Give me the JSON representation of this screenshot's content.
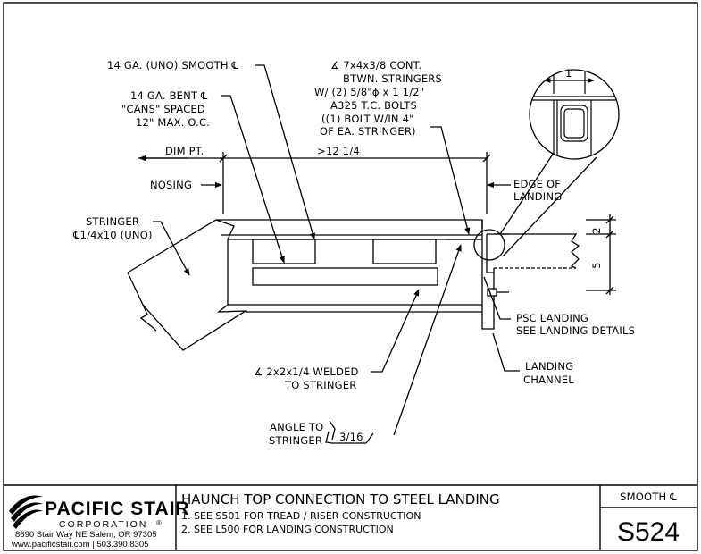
{
  "labels": {
    "smooth_plate": "14 GA. (UNO) SMOOTH ℄",
    "bent_plate_1": "14 GA. BENT ℄",
    "bent_plate_2": "\"CANS\" SPACED",
    "bent_plate_3": "12\" MAX. O.C.",
    "angle_1": "∡ 7x4x3/8 CONT.",
    "angle_2": "BTWN. STRINGERS",
    "angle_3": "W/ (2) 5/8\"ϕ x 1 1/2\"",
    "angle_4": "A325 T.C. BOLTS",
    "angle_5": "((1) BOLT W/IN 4\"",
    "angle_6": "OF EA. STRINGER)",
    "dim_pt": "DIM PT.",
    "dim_value": ">12 1/4",
    "nosing": "NOSING",
    "edge_1": "EDGE OF",
    "edge_2": "LANDING",
    "stringer_1": "STRINGER",
    "stringer_2": "℄1/4x10 (UNO)",
    "detail_dim": "1",
    "dim_2": "2",
    "dim_5": "5",
    "psc_1": "PSC LANDING",
    "psc_2": "SEE LANDING DETAILS",
    "channel_1": "LANDING",
    "channel_2": "CHANNEL",
    "weld_angle_1": "∡ 2x2x1/4 WELDED",
    "weld_angle_2": "TO STRINGER",
    "angle_to_1": "ANGLE TO",
    "angle_to_2": "STRINGER",
    "weld_size": "3/16"
  },
  "title_block": {
    "company_name": "PACIFIC STAIR",
    "company_sub": "CORPORATION",
    "registered_mark": "®",
    "address": "8690 Stair Way NE Salem, OR 97305",
    "contact": "www.pacificstair.com  |  503.390.8305",
    "title": "HAUNCH TOP CONNECTION TO STEEL LANDING",
    "note_1": "1. SEE S501 FOR TREAD / RISER CONSTRUCTION",
    "note_2": "2. SEE L500 FOR LANDING CONSTRUCTION",
    "finish": "SMOOTH ℄",
    "sheet_number": "S524"
  }
}
